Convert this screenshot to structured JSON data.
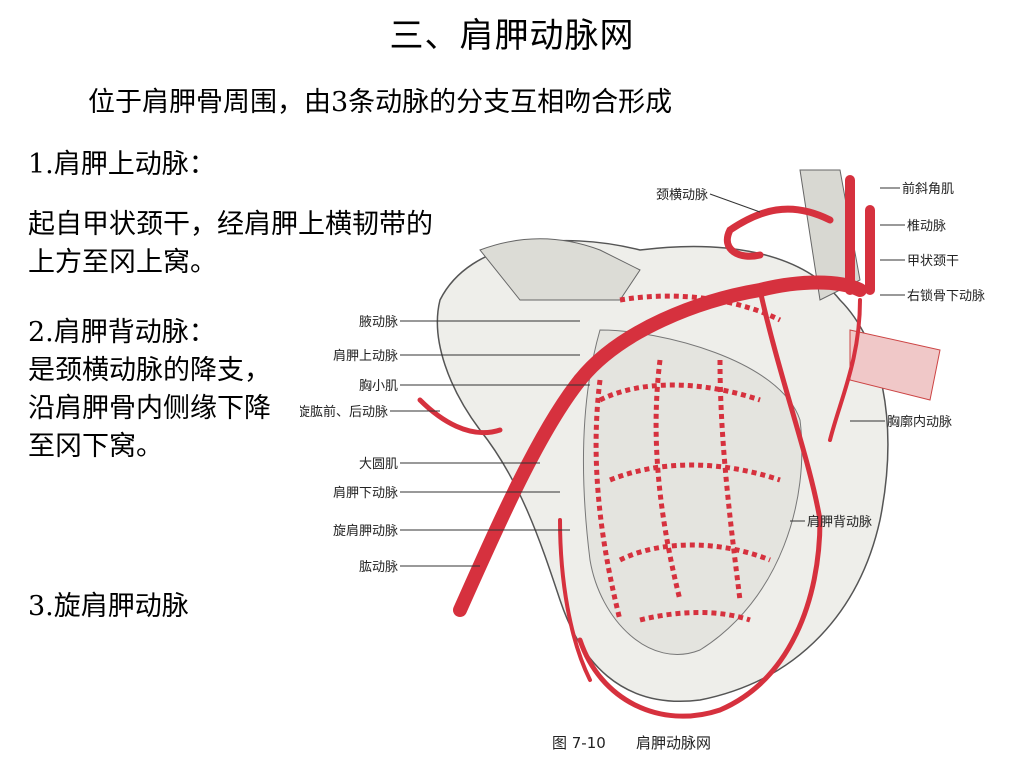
{
  "slide": {
    "title": "三、肩胛动脉网",
    "subtitle": "位于肩胛骨周围，由3条动脉的分支互相吻合形成"
  },
  "sections": [
    {
      "heading": "1.肩胛上动脉：",
      "body": "起自甲状颈干，经肩胛上横韧带的上方至冈上窝。"
    },
    {
      "heading": "2.肩胛背动脉：",
      "body": "是颈横动脉的降支，沿肩胛骨内侧缘下降至冈下窝。"
    },
    {
      "heading": "3.旋肩胛动脉",
      "body": ""
    }
  ],
  "figure": {
    "caption_num": "图 7-10",
    "caption_text": "肩胛动脉网",
    "labels_left": [
      "腋动脉",
      "肩胛上动脉",
      "胸小肌",
      "旋肱前、后动脉",
      "大圆肌",
      "肩胛下动脉",
      "旋肩胛动脉",
      "肱动脉"
    ],
    "labels_right": [
      "颈横动脉",
      "前斜角肌",
      "椎动脉",
      "甲状颈干",
      "右锁骨下动脉",
      "胸廓内动脉",
      "肩胛背动脉"
    ],
    "artery_color": "#d6313e"
  }
}
